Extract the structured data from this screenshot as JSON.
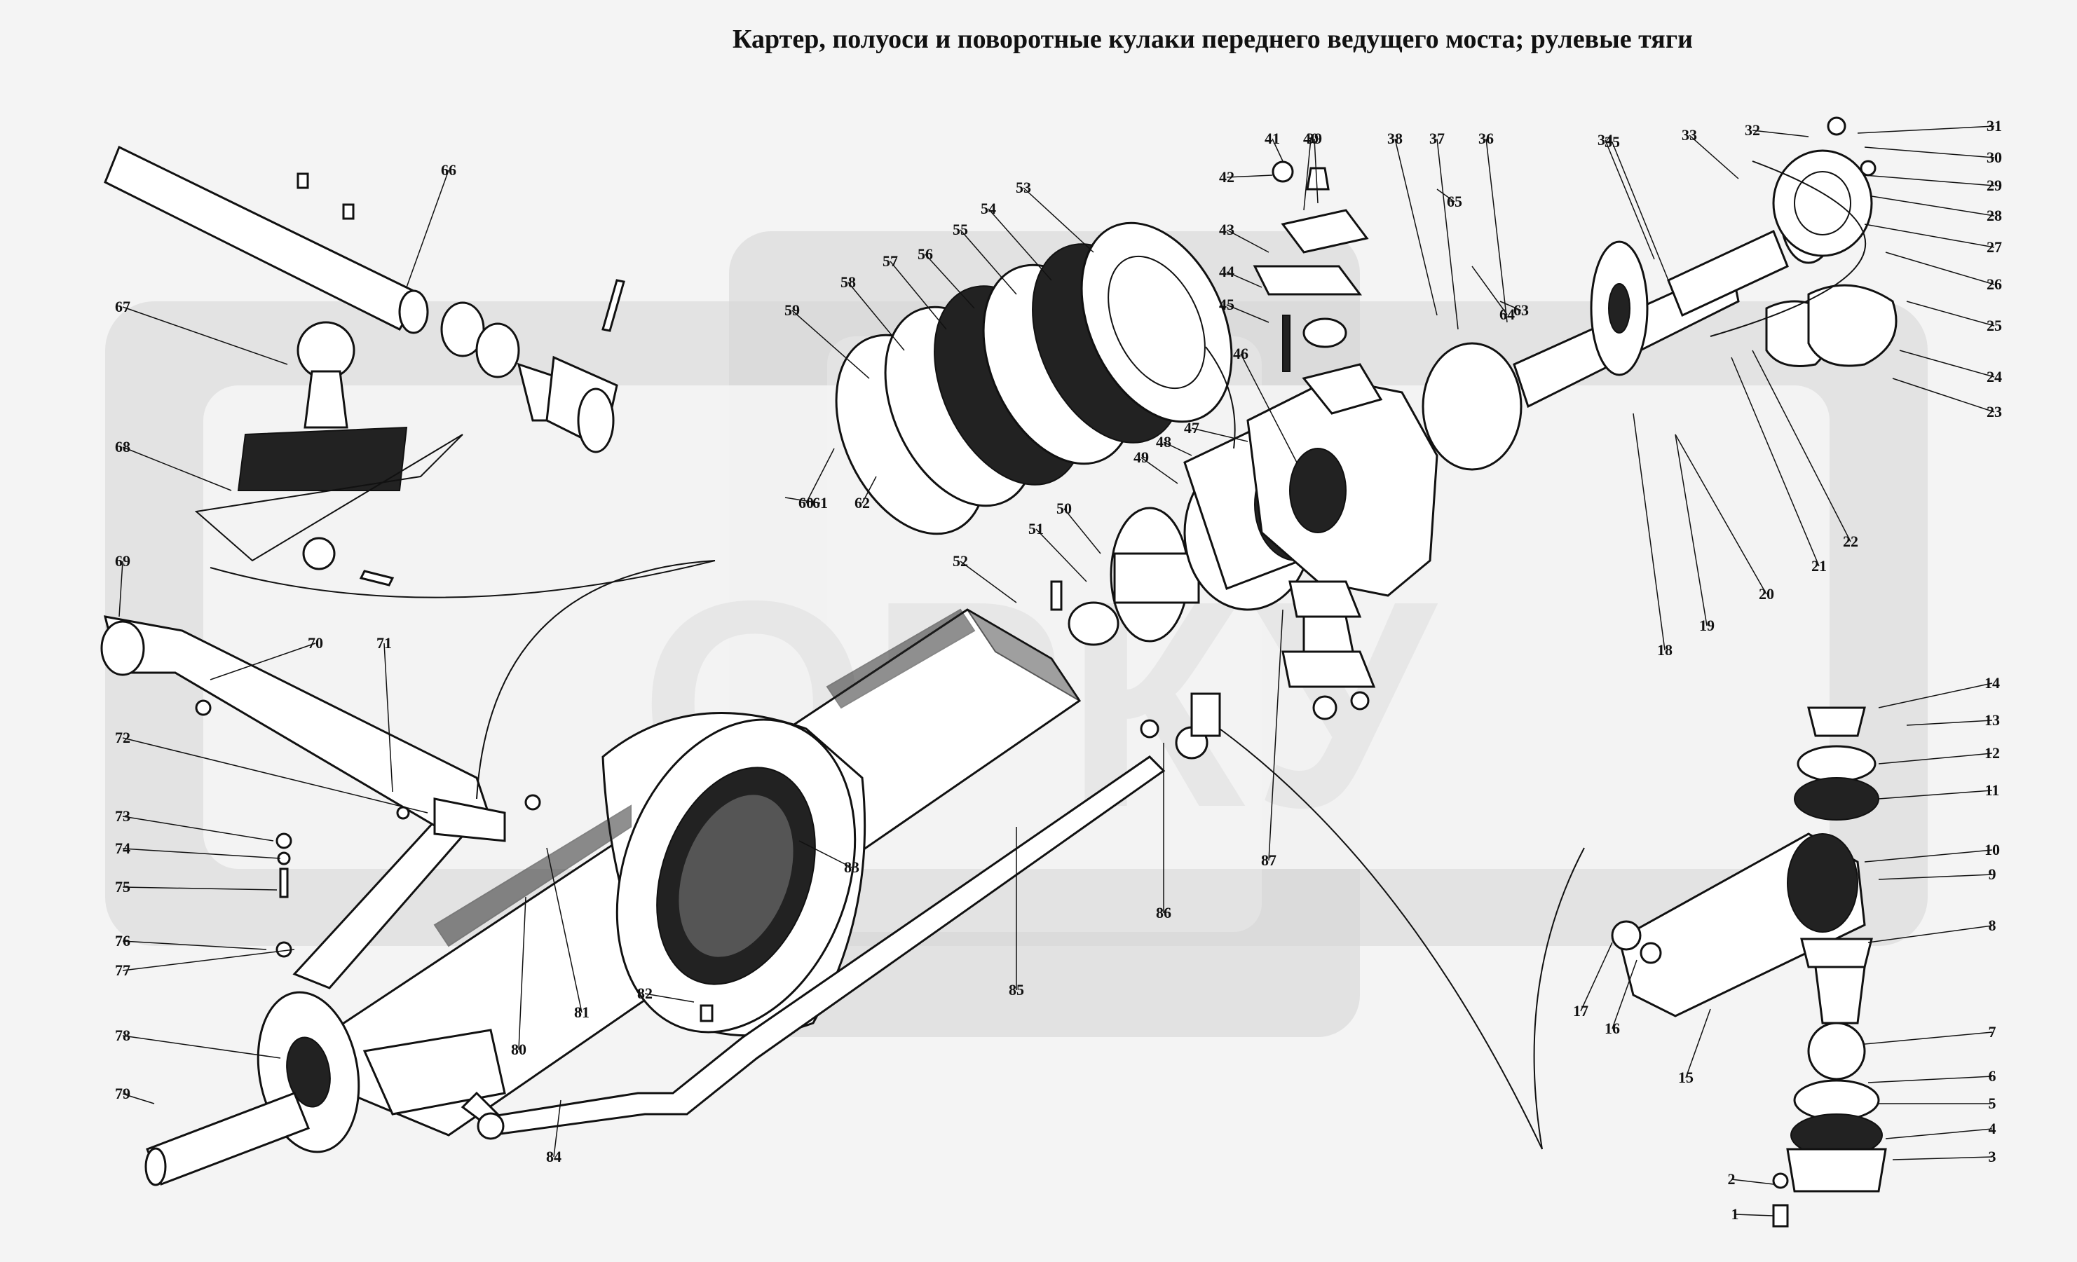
{
  "title": "Картер, полуоси и поворотные кулаки переднего ведущего моста; рулевые тяги",
  "watermark": "ОРКУ",
  "labels": [
    "1",
    "2",
    "3",
    "4",
    "5",
    "6",
    "7",
    "8",
    "9",
    "10",
    "11",
    "12",
    "13",
    "14",
    "15",
    "16",
    "17",
    "18",
    "19",
    "20",
    "21",
    "22",
    "23",
    "24",
    "25",
    "26",
    "27",
    "28",
    "29",
    "30",
    "31",
    "32",
    "33",
    "34",
    "35",
    "36",
    "37",
    "38",
    "39",
    "40",
    "41",
    "42",
    "43",
    "44",
    "45",
    "46",
    "47",
    "48",
    "49",
    "50",
    "51",
    "52",
    "53",
    "54",
    "55",
    "56",
    "57",
    "58",
    "59",
    "60",
    "61",
    "62",
    "63",
    "64",
    "65",
    "66",
    "67",
    "68",
    "69",
    "70",
    "71",
    "72",
    "73",
    "74",
    "75",
    "76",
    "77",
    "78",
    "79",
    "80",
    "81",
    "82",
    "83",
    "84",
    "85",
    "86",
    "87"
  ],
  "colors": {
    "background": "#f4f4f4",
    "ink": "#111111",
    "watermark": "#d5d5d5"
  }
}
